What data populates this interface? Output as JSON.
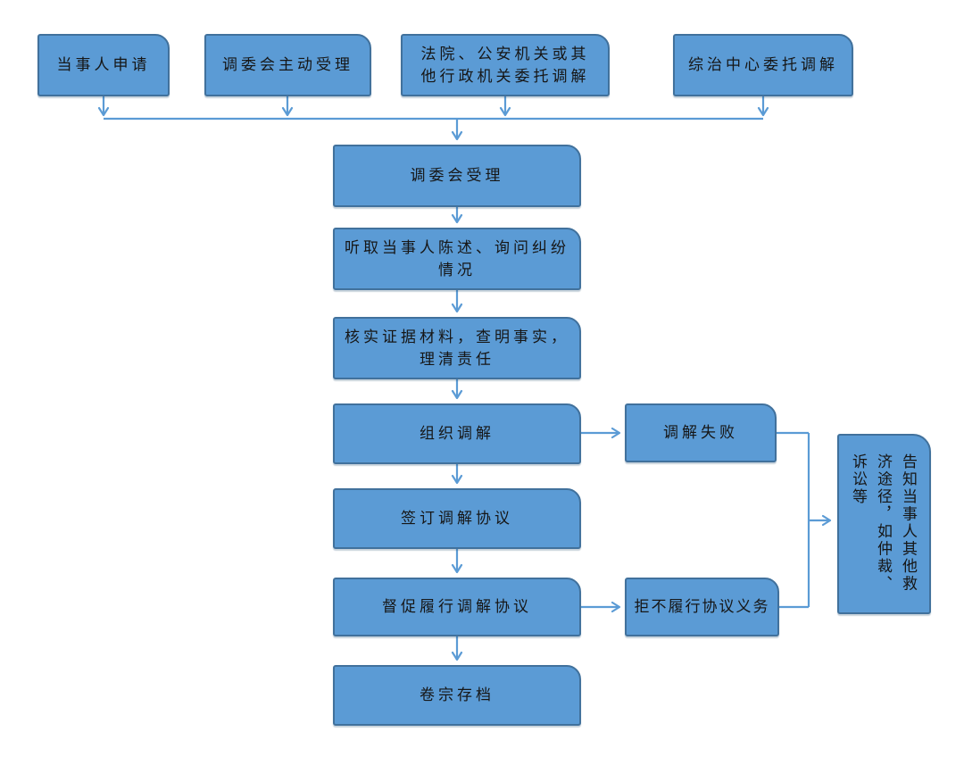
{
  "diagram_type": "flowchart",
  "language": "zh-CN",
  "colors": {
    "background": "#ffffff",
    "box_fill": "#5b9bd5",
    "box_border": "#41719c",
    "connector": "#5b9bd5",
    "text": "#161616"
  },
  "nodes": {
    "party_apply": {
      "lines": [
        "当事人申请"
      ]
    },
    "committee_initiative": {
      "lines": [
        "调委会主动受理"
      ]
    },
    "court_entrust": {
      "lines": [
        "法院、公安机关或其",
        "他行政机关委托调解"
      ]
    },
    "center_entrust": {
      "lines": [
        "综治中心委托调解"
      ]
    },
    "committee_accept": {
      "lines": [
        "调委会受理"
      ]
    },
    "listen_inquire": {
      "lines": [
        "听取当事人陈述、询问纠纷",
        "情况"
      ]
    },
    "verify_evidence": {
      "lines": [
        "核实证据材料，查明事实，",
        "理清责任"
      ]
    },
    "organize_mediation": {
      "lines": [
        "组织调解"
      ]
    },
    "sign_agreement": {
      "lines": [
        "签订调解协议"
      ]
    },
    "urge_performance": {
      "lines": [
        "督促履行调解协议"
      ]
    },
    "archive": {
      "lines": [
        "卷宗存档"
      ]
    },
    "mediation_failed": {
      "lines": [
        "调解失败"
      ]
    },
    "refuse_perform": {
      "lines": [
        "拒不履行协议义务"
      ]
    },
    "inform_remedies": {
      "label": "告知当事人其他救济途径，如仲裁、诉讼等"
    }
  },
  "edges": [
    {
      "from": "party_apply",
      "to": "committee_accept"
    },
    {
      "from": "committee_initiative",
      "to": "committee_accept"
    },
    {
      "from": "court_entrust",
      "to": "committee_accept"
    },
    {
      "from": "center_entrust",
      "to": "committee_accept"
    },
    {
      "from": "committee_accept",
      "to": "listen_inquire"
    },
    {
      "from": "listen_inquire",
      "to": "verify_evidence"
    },
    {
      "from": "verify_evidence",
      "to": "organize_mediation"
    },
    {
      "from": "organize_mediation",
      "to": "mediation_failed"
    },
    {
      "from": "organize_mediation",
      "to": "sign_agreement"
    },
    {
      "from": "sign_agreement",
      "to": "urge_performance"
    },
    {
      "from": "urge_performance",
      "to": "refuse_perform"
    },
    {
      "from": "urge_performance",
      "to": "archive"
    },
    {
      "from": "mediation_failed",
      "to": "inform_remedies"
    },
    {
      "from": "refuse_perform",
      "to": "inform_remedies"
    }
  ]
}
